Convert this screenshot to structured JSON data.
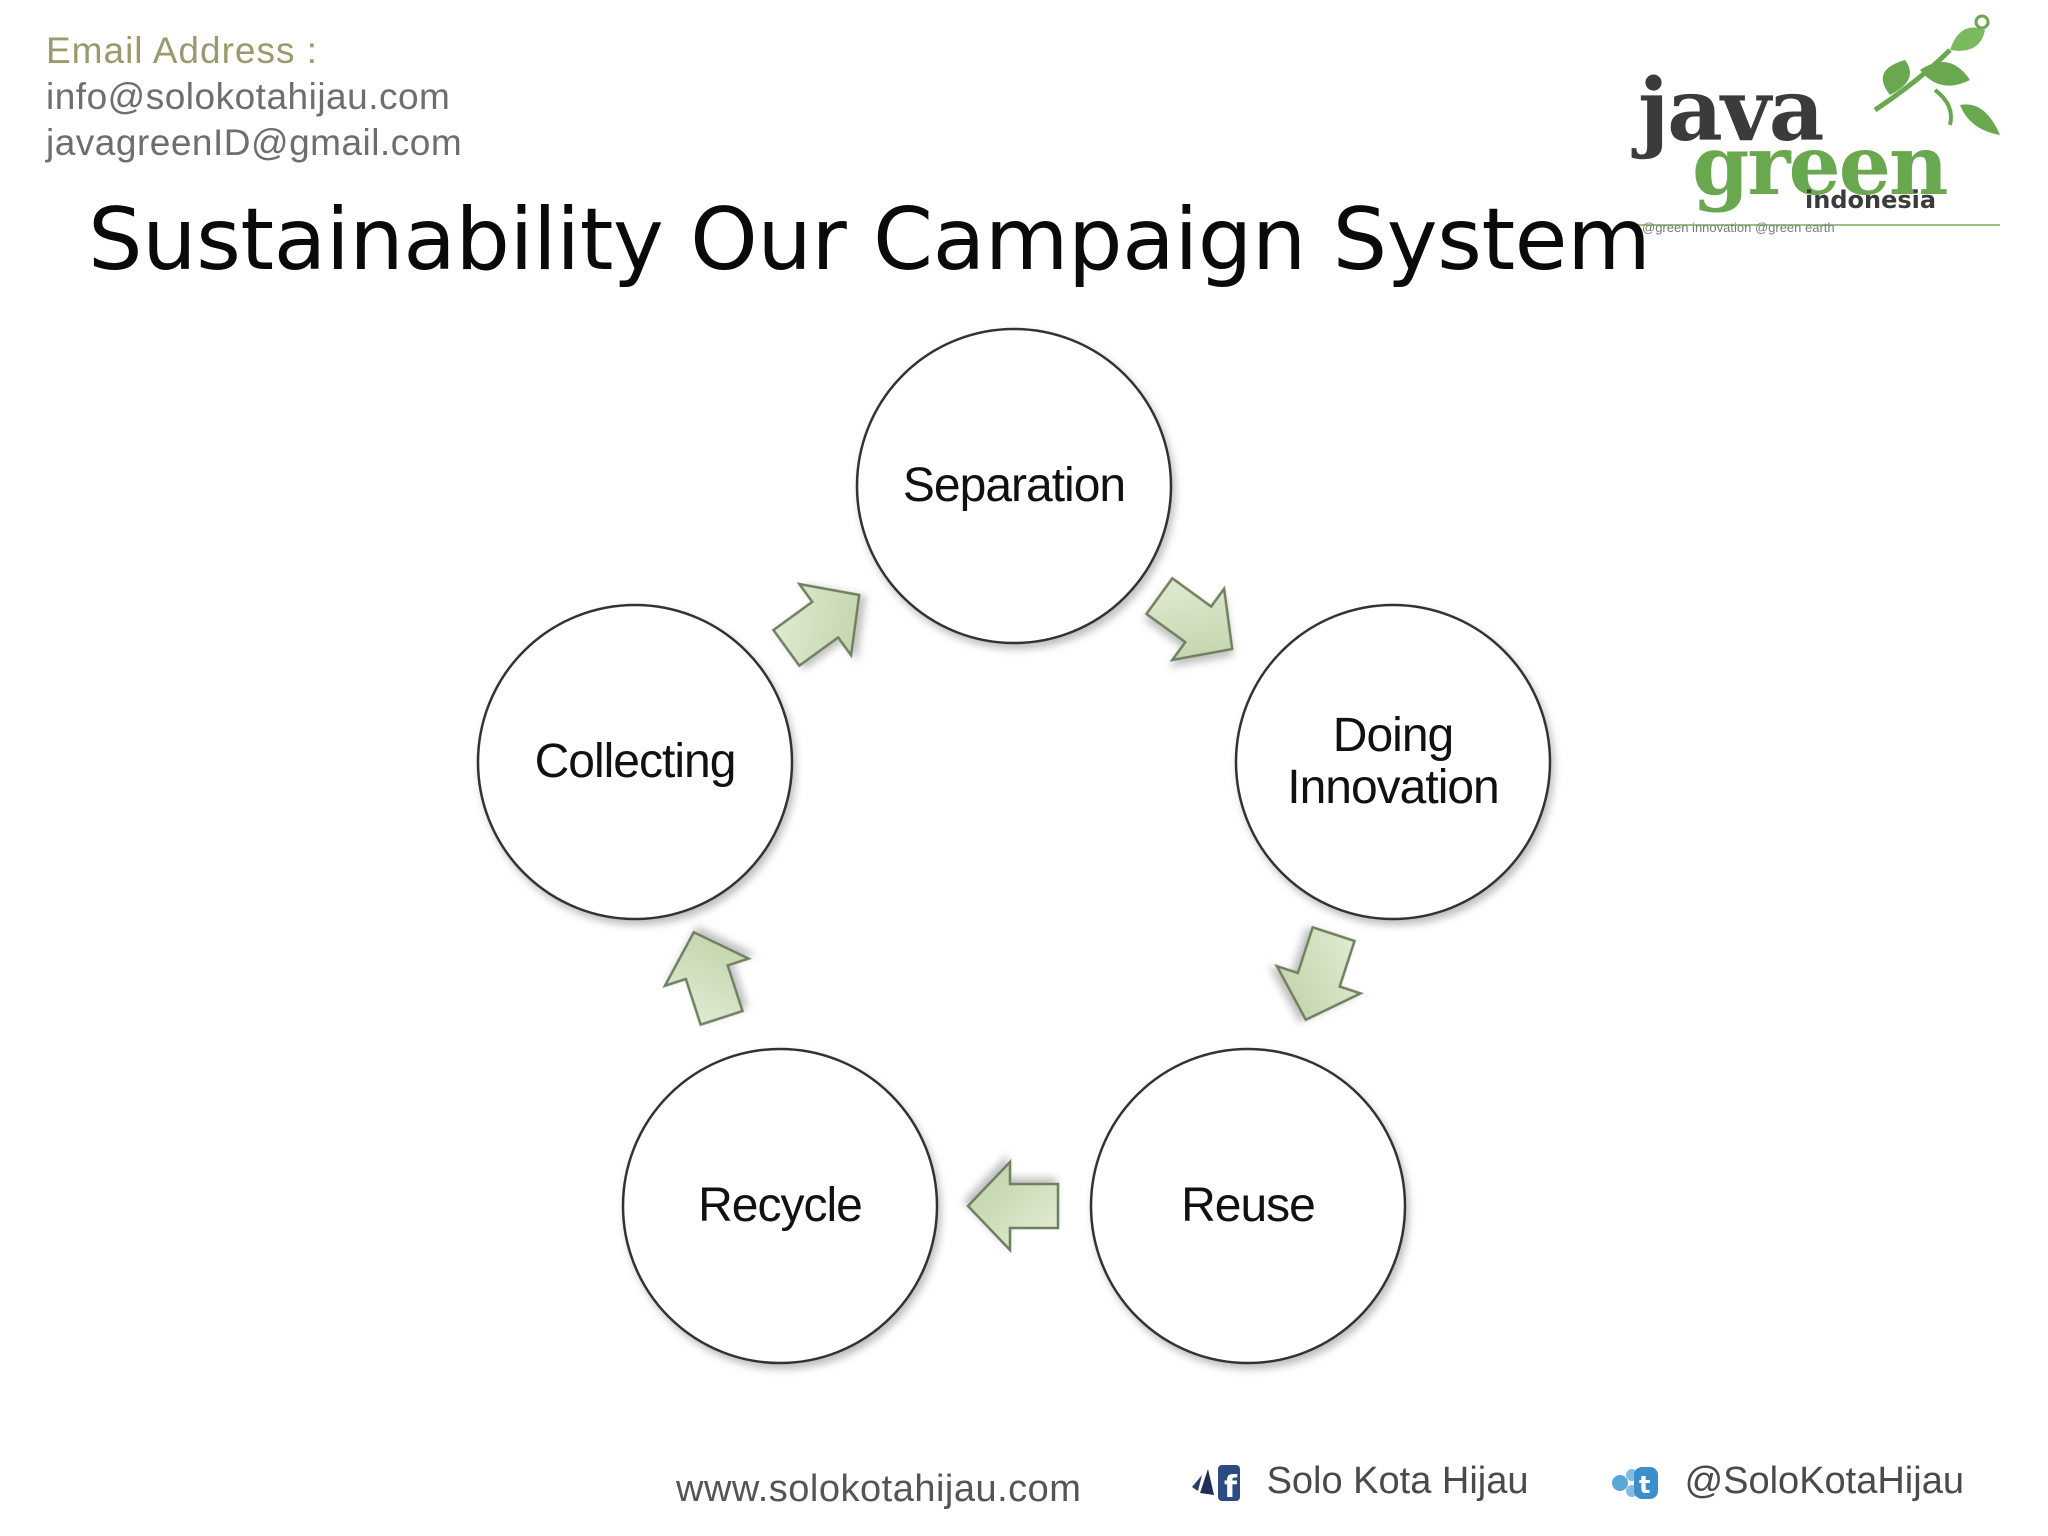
{
  "contact": {
    "label": "Email Address :",
    "email1": "info@solokotahijau.com",
    "email2": "javagreenID@gmail.com"
  },
  "title": "Sustainability Our Campaign System",
  "logo": {
    "word1": "java",
    "word2": "green",
    "word3": "indonesia",
    "tagline": "@green innovation @green earth"
  },
  "cycle": {
    "nodes": [
      {
        "id": "separation",
        "label": "Separation"
      },
      {
        "id": "doing-innovation",
        "label": "Doing\nInnovation"
      },
      {
        "id": "reuse",
        "label": "Reuse"
      },
      {
        "id": "recycle",
        "label": "Recycle"
      },
      {
        "id": "collecting",
        "label": "Collecting"
      }
    ],
    "arrow_fill": "#d4e2c3",
    "arrow_stroke": "#7a8a6a"
  },
  "footer": {
    "website": "www.solokotahijau.com",
    "facebook": "Solo Kota Hijau",
    "twitter": "@SoloKotaHijau"
  },
  "colors": {
    "logo_green": "#6aa84f",
    "logo_dark": "#3b3b3b",
    "circle_stroke": "#333333"
  }
}
